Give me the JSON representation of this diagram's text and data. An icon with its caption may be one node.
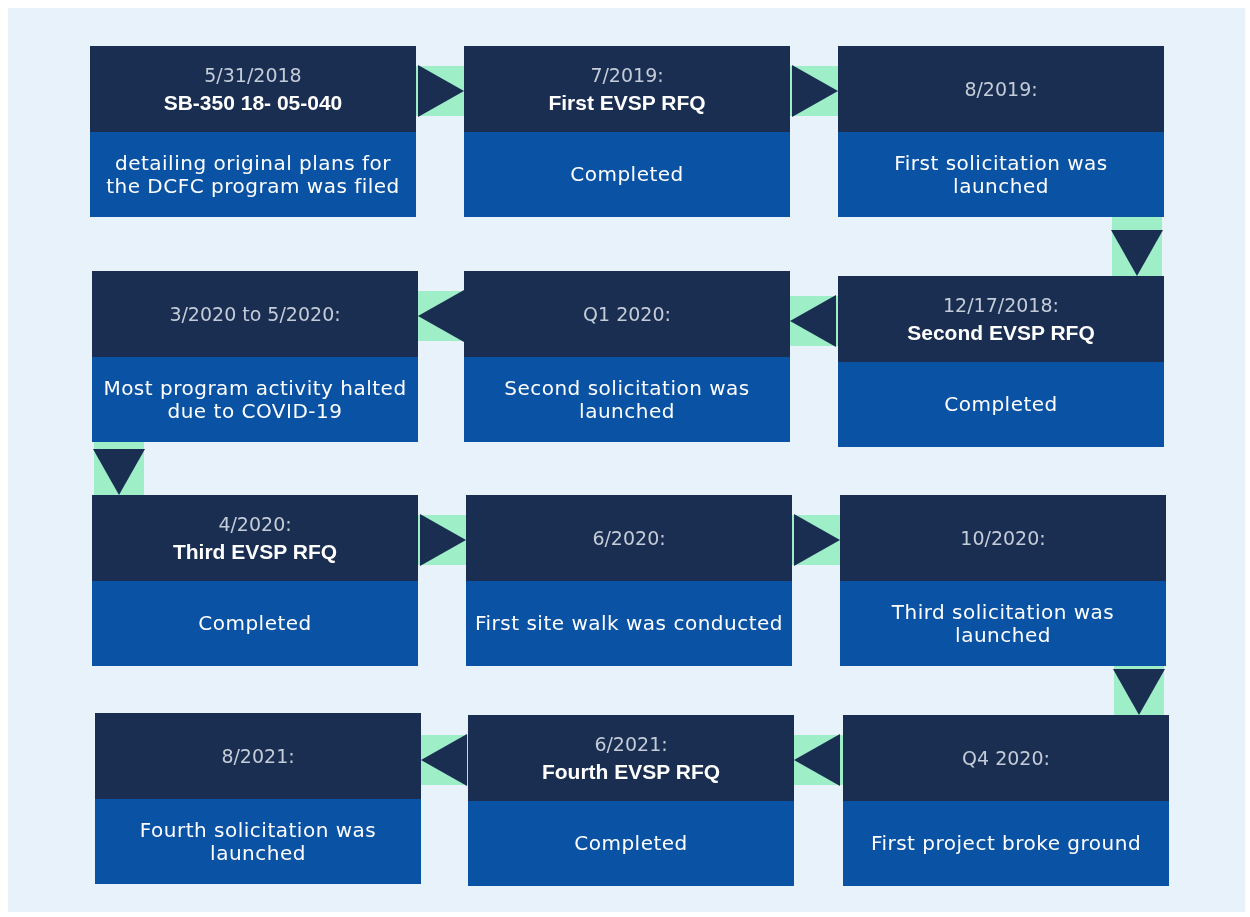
{
  "diagram": {
    "nodes": [
      {
        "text": [
          "5/31/2018",
          "SB-350 18- 05-040",
          "detailing original plans for the DCFC program was filed"
        ]
      },
      {
        "text": [
          "7/2019:",
          "First EVSP RFQ",
          "Completed"
        ]
      },
      {
        "text": [
          "8/2019:",
          "First solicitation was launched"
        ]
      },
      {
        "text": [
          "12/17/2018:",
          "Second EVSP RFQ",
          "Completed"
        ]
      },
      {
        "text": [
          "Q1 2020:",
          "Second solicitation was launched"
        ]
      },
      {
        "text": [
          "3/2020 to 5/2020:",
          "Most program activity halted due to COVID-19"
        ]
      },
      {
        "text": [
          "4/2020:",
          "Third EVSP RFQ",
          "Completed"
        ]
      },
      {
        "text": [
          "6/2020:",
          "First site walk was conducted"
        ]
      },
      {
        "text": [
          "10/2020:",
          "Third solicitation was launched"
        ]
      },
      {
        "text": [
          "Q4 2020:",
          "First project broke ground"
        ]
      },
      {
        "text": [
          "6/2021:",
          "Fourth EVSP RFQ",
          "Completed"
        ]
      },
      {
        "text": [
          "8/2021:",
          "Fourth solicitation was launched"
        ]
      }
    ],
    "edges": [
      {
        "from": 0,
        "to": 1,
        "arrow": "to"
      },
      {
        "from": 1,
        "to": 2,
        "arrow": "to"
      },
      {
        "from": 2,
        "to": 3,
        "arrow": "to"
      },
      {
        "from": 3,
        "to": 4,
        "arrow": "to"
      },
      {
        "from": 4,
        "to": 5,
        "arrow": "to"
      },
      {
        "from": 5,
        "to": 6,
        "arrow": "to"
      },
      {
        "from": 6,
        "to": 7,
        "arrow": "to"
      },
      {
        "from": 7,
        "to": 8,
        "arrow": "to"
      },
      {
        "from": 8,
        "to": 9,
        "arrow": "to"
      },
      {
        "from": 9,
        "to": 10,
        "arrow": "to"
      },
      {
        "from": 10,
        "to": 11,
        "arrow": "to"
      }
    ]
  }
}
